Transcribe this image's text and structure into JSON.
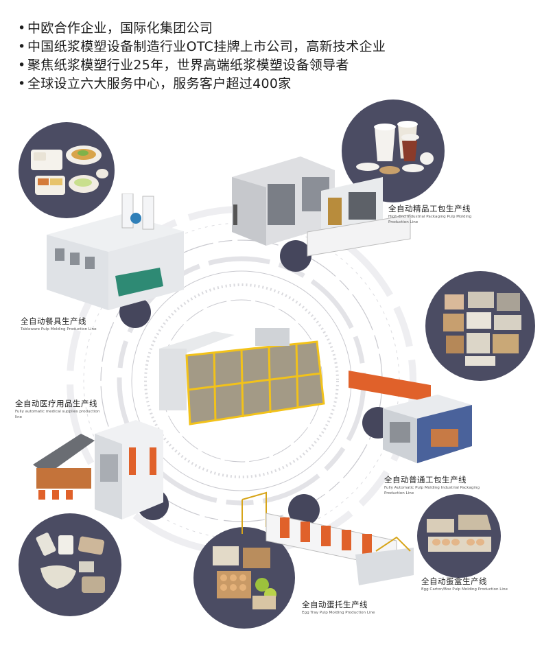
{
  "bullets": [
    "中欧合作企业，国际化集团公司",
    "中国纸浆模塑设备制造行业OTC挂牌上市公司，高新技术企业",
    "聚焦纸浆模塑行业25年，世界高端纸浆模塑设备领导者",
    "全球设立六大服务中心，服务客户超过400家"
  ],
  "bullet_mark": "•",
  "colors": {
    "circle": "#4b4c63",
    "ring": "#d0d0d4",
    "machine_orange": "#e0612a",
    "frame_yellow": "#f2c21a"
  },
  "lines": {
    "high_end": {
      "cn": "全自动精品工包生产线",
      "en1": "High-End Industrial Packaging Pulp Molding",
      "en2": "Production Line"
    },
    "tableware": {
      "cn": "全自动餐具生产线",
      "en1": "Tableware Pulp Molding Production Line"
    },
    "medical": {
      "cn": "全自动医疗用品生产线",
      "en1": "Fully automatic medical supplies production",
      "en2": "line"
    },
    "industrial": {
      "cn": "全自动普通工包生产线",
      "en1": "Fully Automatic Pulp Molding Industrial Packaging",
      "en2": "Production Line"
    },
    "egg_carton": {
      "cn": "全自动蛋盒生产线",
      "en1": "Egg Carton/Box Pulp Molding Production Line"
    },
    "egg_tray": {
      "cn": "全自动蛋托生产线",
      "en1": "Egg Tray  Pulp Molding Production Line"
    }
  },
  "products": {
    "tableware": "tableware-products-icon",
    "cups": "cups-lids-icon",
    "industrial_packaging": "industrial-packaging-icon",
    "medical": "medical-supplies-icon",
    "egg_tray": "egg-tray-icon",
    "egg_carton": "egg-carton-icon"
  }
}
